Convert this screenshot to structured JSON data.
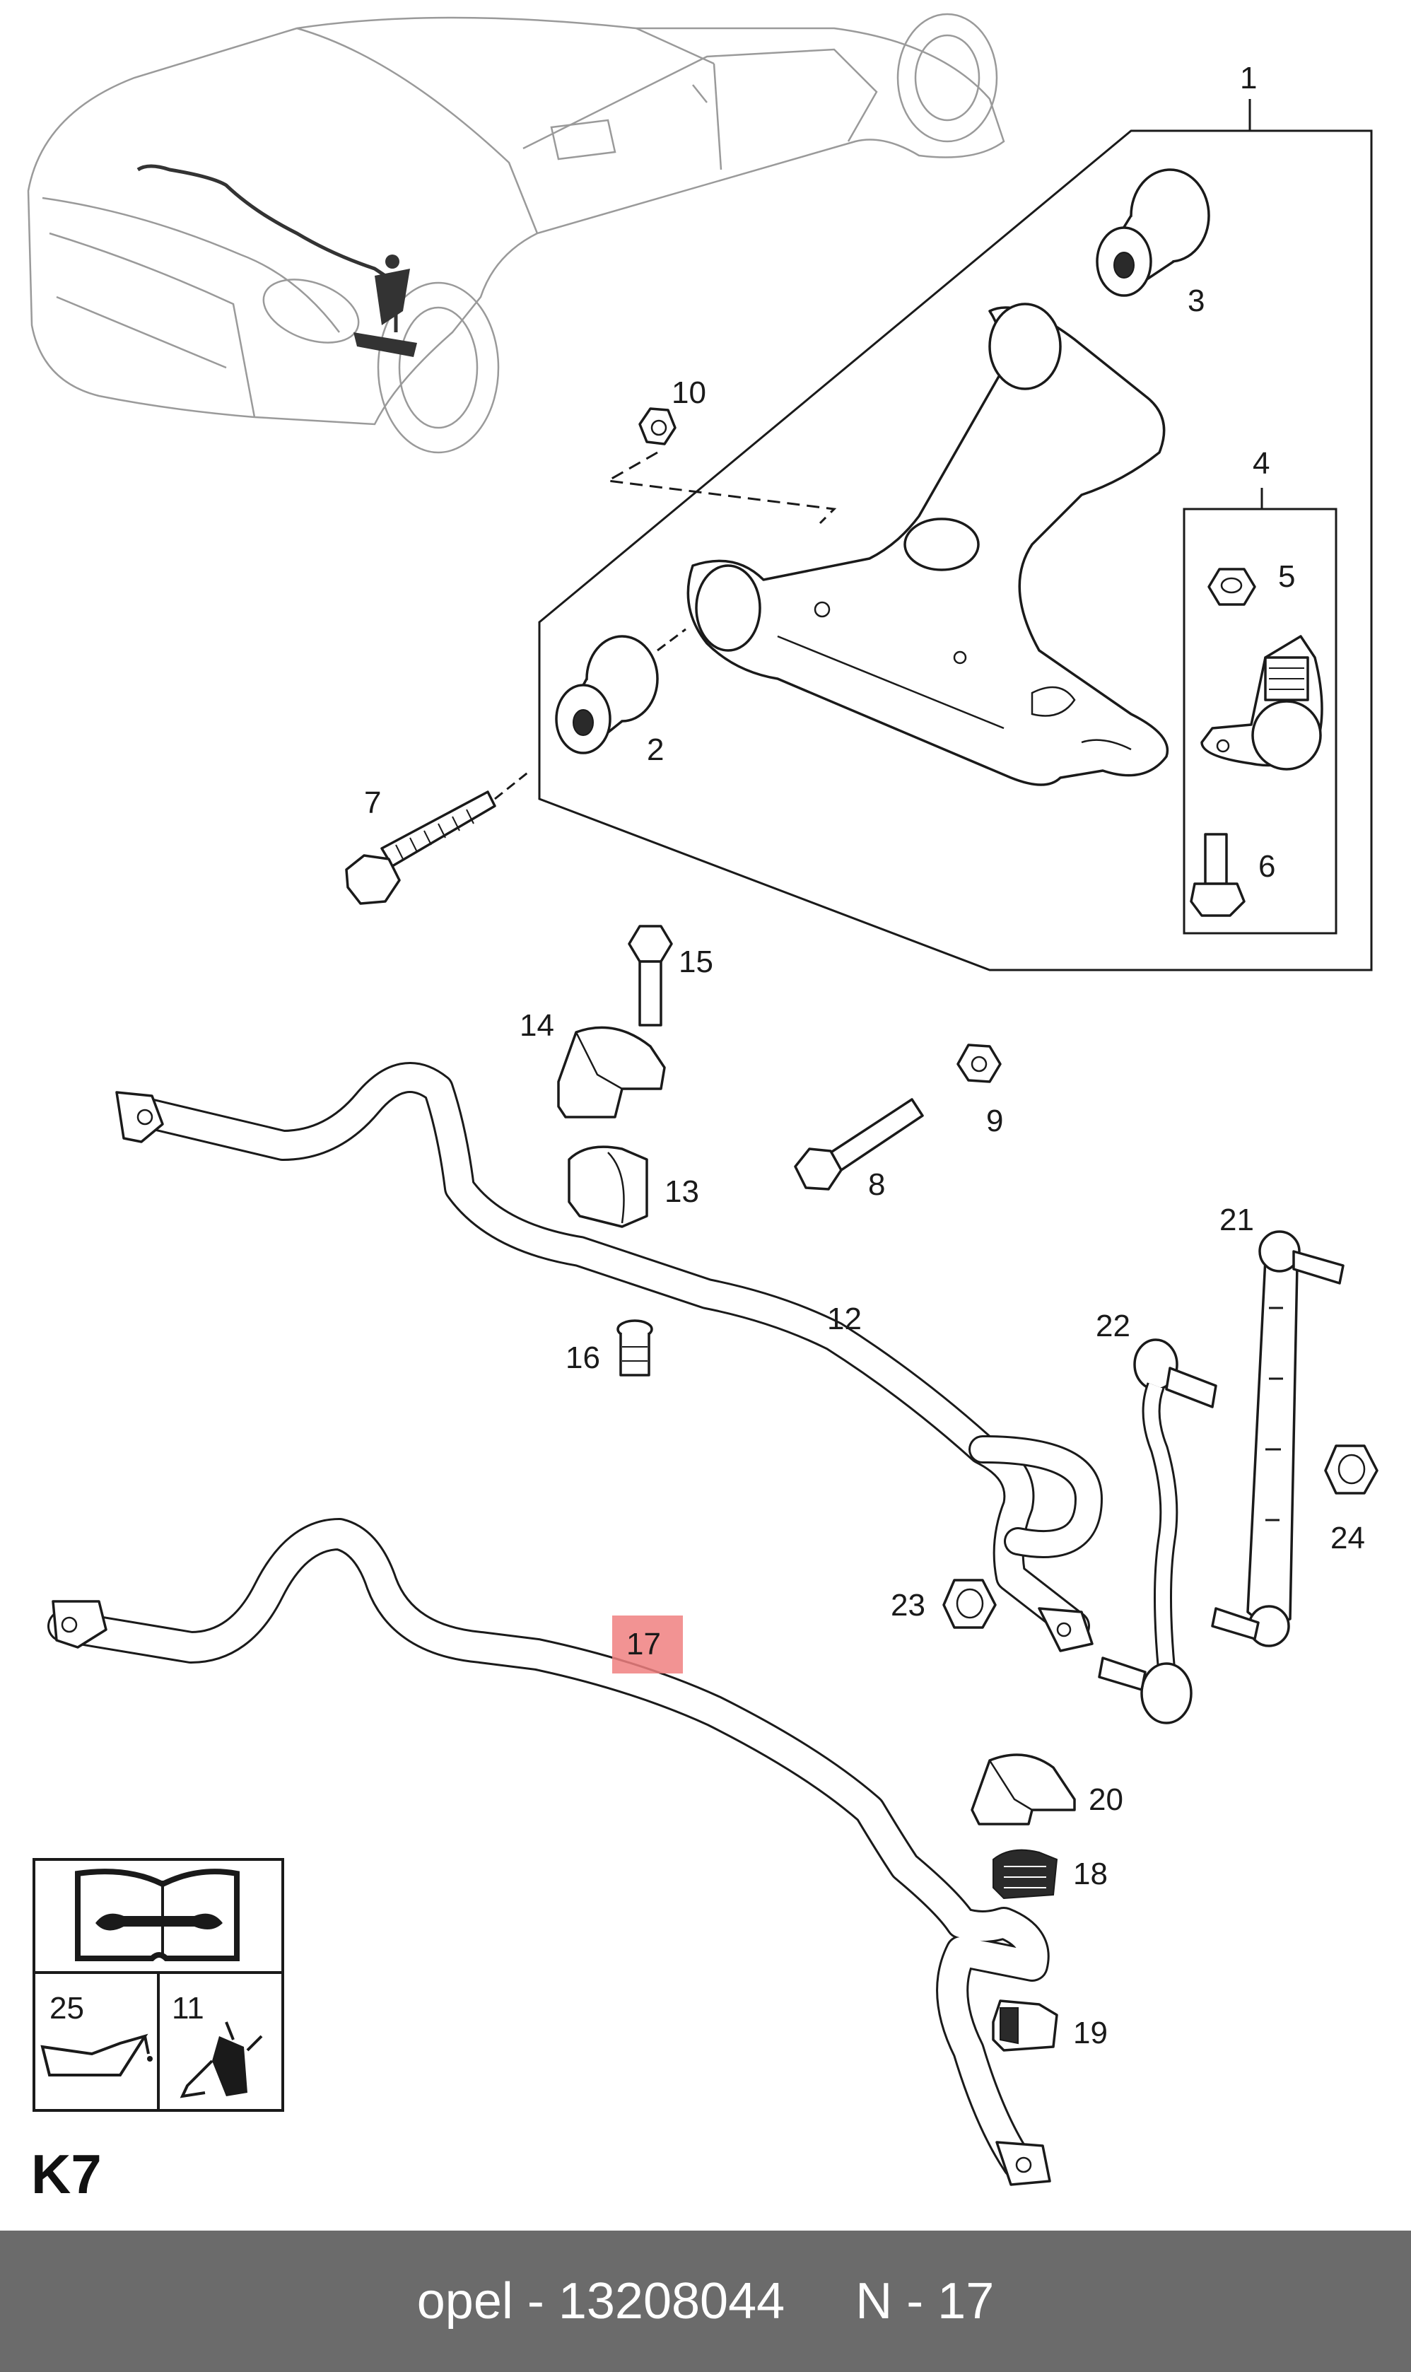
{
  "parts": [
    {
      "id": "label-1",
      "text": "1"
    },
    {
      "id": "label-2",
      "text": "2"
    },
    {
      "id": "label-3",
      "text": "3"
    },
    {
      "id": "label-4",
      "text": "4"
    },
    {
      "id": "label-5",
      "text": "5"
    },
    {
      "id": "label-6",
      "text": "6"
    },
    {
      "id": "label-7",
      "text": "7"
    },
    {
      "id": "label-8",
      "text": "8"
    },
    {
      "id": "label-9",
      "text": "9"
    },
    {
      "id": "label-10",
      "text": "10"
    },
    {
      "id": "label-11",
      "text": "11"
    },
    {
      "id": "label-12",
      "text": "12"
    },
    {
      "id": "label-13",
      "text": "13"
    },
    {
      "id": "label-14",
      "text": "14"
    },
    {
      "id": "label-15",
      "text": "15"
    },
    {
      "id": "label-16",
      "text": "16"
    },
    {
      "id": "label-17",
      "text": "17"
    },
    {
      "id": "label-18",
      "text": "18"
    },
    {
      "id": "label-19",
      "text": "19"
    },
    {
      "id": "label-20",
      "text": "20"
    },
    {
      "id": "label-21",
      "text": "21"
    },
    {
      "id": "label-22",
      "text": "22"
    },
    {
      "id": "label-23",
      "text": "23"
    },
    {
      "id": "label-24",
      "text": "24"
    },
    {
      "id": "label-25",
      "text": "25"
    }
  ],
  "highlight": {
    "part": "17",
    "color": "#f08080"
  },
  "page_code": "K7",
  "footer": {
    "brand_part": "opel - 13208044",
    "position": "N - 17"
  },
  "colors": {
    "footer_bg": "#6b6b6b",
    "footer_text": "#ffffff"
  }
}
